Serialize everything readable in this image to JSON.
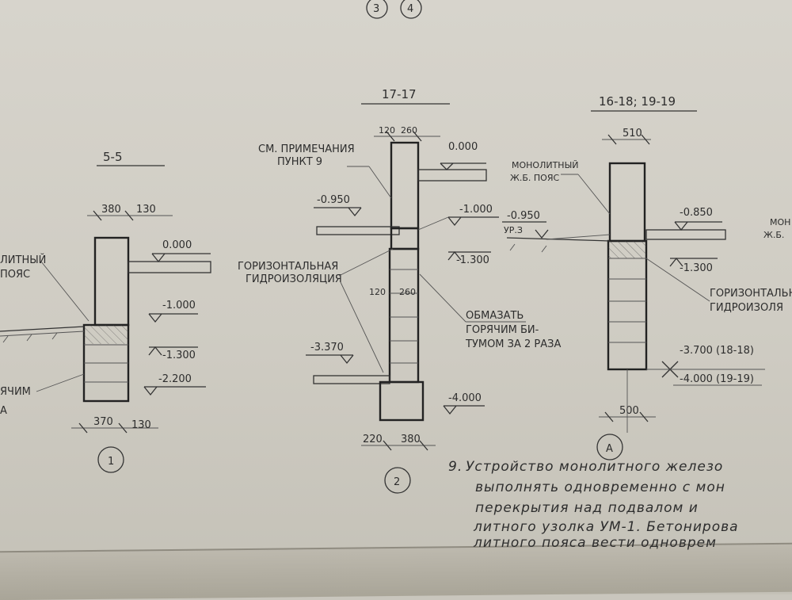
{
  "top_circles": [
    "3",
    "4"
  ],
  "section_5": {
    "title": "5-5",
    "dim_top": [
      "380",
      "130"
    ],
    "dim_bottom": [
      "370",
      "130"
    ],
    "levels": [
      "0.000",
      "-1.000",
      "-1.300",
      "-2.200"
    ],
    "label_top": "ЛИТНЫЙ",
    "label_top2": "ПОЯС",
    "label_bot": "ЯЧИМ",
    "label_bot2": "А",
    "circle": "1"
  },
  "section_17": {
    "title": "17-17",
    "dim_top": [
      "120",
      "260"
    ],
    "dim_mid": [
      "120",
      "260"
    ],
    "dim_bottom": [
      "220",
      "380"
    ],
    "note_ref": "СМ. ПРИМЕЧАНИЯ",
    "note_ref2": "ПУНКТ 9",
    "levels": [
      "0.000",
      "-0.950",
      "-1.000",
      "-1.300",
      "-3.370",
      "-4.000"
    ],
    "label_hydro": "ГОРИЗОНТАЛЬНАЯ",
    "label_hydro2": "ГИДРОИЗОЛЯЦИЯ",
    "label_coat": "ОБМАЗАТЬ",
    "label_coat2": "ГОРЯЧИМ БИ-",
    "label_coat3": "ТУМОМ ЗА 2 РАЗА",
    "circle": "2"
  },
  "section_16": {
    "title": "16-18; 19-19",
    "dim_top": "510",
    "dim_bottom": "500",
    "label_belt": "МОНОЛИТНЫЙ",
    "label_belt2": "Ж.Б. ПОЯС",
    "levels": [
      "-0.950",
      "-0.850",
      "-1.300"
    ],
    "level_note": "УР.З",
    "level_a": "-3.700 (18-18)",
    "level_b": "-4.000 (19-19)",
    "label_hydro": "ГОРИЗОНТАЛЬН",
    "label_hydro2": "ГИДРОИЗОЛЯ",
    "circle": "А"
  },
  "edge_right": {
    "mon": "МОН",
    "jb": "Ж.Б."
  },
  "notes": {
    "num": "9.",
    "line1": "Устройство монолитного железо",
    "line2": "выполнять одновременно с мон",
    "line3": "перекрытия над подвалом и",
    "line4": "литного узолка УМ-1. Бетонирова",
    "line5": "литного пояса вести одноврем"
  }
}
